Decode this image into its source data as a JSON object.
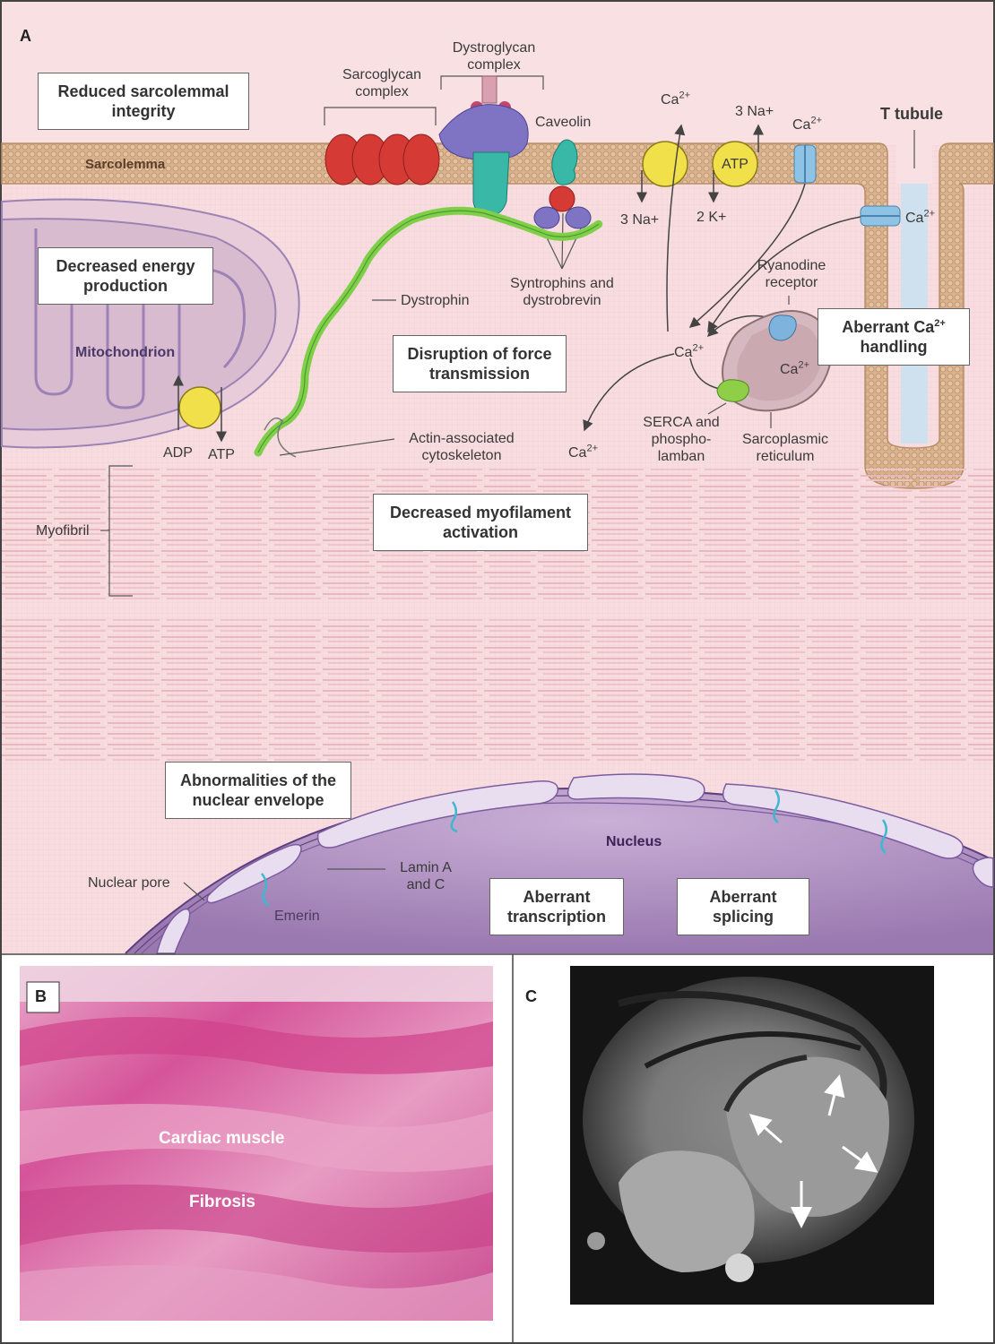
{
  "panels": {
    "a": "A",
    "b": "B",
    "c": "C"
  },
  "boxes": {
    "sarcolemmal": "Reduced sarcolemmal integrity",
    "energy": "Decreased energy production",
    "force": "Disruption of force transmission",
    "myofilament": "Decreased myofilament activation",
    "calcium_pre": "Aberrant Ca",
    "calcium_sup": "2+",
    "calcium_post": "handling",
    "nuclear": "Abnormalities of the nuclear envelope",
    "transcription": "Aberrant transcription",
    "splicing": "Aberrant splicing"
  },
  "labels": {
    "sarcolemma": "Sarcolemma",
    "sarcoglycan": "Sarcoglycan complex",
    "dystroglycan": "Dystroglycan complex",
    "caveolin": "Caveolin",
    "syntrophins": "Syntrophins and dystrobrevin",
    "dystrophin": "Dystrophin",
    "mitochondrion": "Mitochondrion",
    "adp": "ADP",
    "atp": "ATP",
    "atp_pump": "ATP",
    "actin": "Actin-associated cytoskeleton",
    "myofibril": "Myofibril",
    "t_tubule": "T tubule",
    "ryanodine": "Ryanodine receptor",
    "serca": "SERCA and phospho-lamban",
    "sr": "Sarcoplasmic reticulum",
    "na_out": "3 Na+",
    "na_in": "3 Na+",
    "k_in": "2 K+",
    "ca": "Ca",
    "ca_sup": "2+",
    "nucleus": "Nucleus",
    "nuclear_pore": "Nuclear pore",
    "lamin": "Lamin A and C",
    "emerin": "Emerin",
    "cardiac_muscle": "Cardiac muscle",
    "fibrosis": "Fibrosis"
  },
  "colors": {
    "cytoplasm": "#f9dde0",
    "membrane": "#dcb792",
    "sarcoglycan": "#d53a35",
    "dystroglycan": "#7f73c4",
    "caveolin": "#39b8a8",
    "dystrophin": "#7fcf4a",
    "pump": "#f2e04a",
    "nucleus": "#a986bd",
    "histology": "#d6559b"
  }
}
